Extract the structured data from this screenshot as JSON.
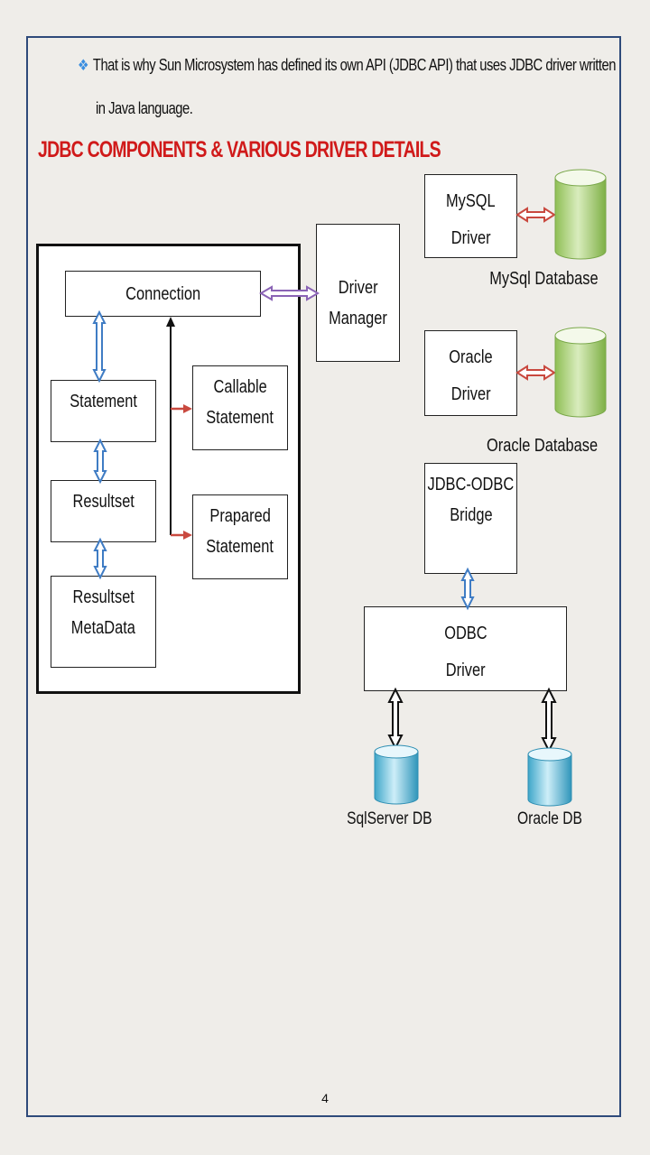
{
  "intro": {
    "line1": "That is why Sun Microsystem has defined its own API (JDBC API) that uses JDBC driver written",
    "line2": "in Java language."
  },
  "heading": "JDBC COMPONENTS & VARIOUS DRIVER DETAILS",
  "components": {
    "connection": "Connection",
    "statement": "Statement",
    "resultset": "Resultset",
    "metadata_1": "Resultset",
    "metadata_2": "MetaData",
    "callable_1": "Callable",
    "callable_2": "Statement",
    "prepared_1": "Prapared",
    "prepared_2": "Statement"
  },
  "driver_manager": {
    "line1": "Driver",
    "line2": "Manager"
  },
  "mysql_driver": {
    "line1": "MySQL",
    "line2": "Driver",
    "db_label": "MySql Database"
  },
  "oracle_driver": {
    "line1": "Oracle",
    "line2": "Driver",
    "db_label": "Oracle Database"
  },
  "bridge": {
    "line1": "JDBC-ODBC",
    "line2": "Bridge"
  },
  "odbc": {
    "line1": "ODBC",
    "line2": "Driver"
  },
  "databases": {
    "sqlserver": "SqlServer DB",
    "oracle": "Oracle DB"
  },
  "page_number": "4",
  "colors": {
    "heading": "#d01a1a",
    "bullet": "#3a8ee0",
    "blue_arrow": "#3f7cc4",
    "red_arrow": "#c9493f",
    "purple_arrow": "#8a63b5",
    "green_db": "#a9cf6e",
    "cyan_db": "#5cb8d6"
  }
}
